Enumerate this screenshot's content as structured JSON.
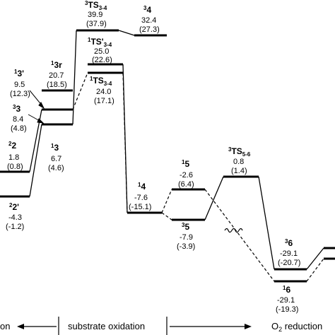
{
  "states": {
    "3TS34": {
      "sup": "3",
      "name": "TS",
      "sub": "3-4",
      "energy": "39.9",
      "paren": "(37.9)"
    },
    "34": {
      "sup": "3",
      "name": "4",
      "energy": "32.4",
      "paren": "(27.3)"
    },
    "1TSp34": {
      "sup": "1",
      "name": "TS'",
      "sub": "3-4",
      "energy": "25.0",
      "paren": "(22.6)"
    },
    "1TS34": {
      "sup": "1",
      "name": "TS",
      "sub": "3-4",
      "energy": "24.0",
      "paren": "(17.1)"
    },
    "13r": {
      "sup": "1",
      "name": "3r",
      "energy": "20.7",
      "paren": "(18.5)"
    },
    "13p": {
      "sup": "1",
      "name": "3'",
      "energy": "9.5",
      "paren": "(12.3)"
    },
    "33": {
      "sup": "3",
      "name": "3",
      "energy": "8.4",
      "paren": "(4.8)"
    },
    "13": {
      "sup": "1",
      "name": "3",
      "energy": "6.7",
      "paren": "(4.6)"
    },
    "22": {
      "sup": "2",
      "name": "2",
      "energy": "1.8",
      "paren": "(0.8)"
    },
    "22p": {
      "sup": "2",
      "name": "2'",
      "energy": "-4.3",
      "paren": "(-1.2)"
    },
    "14": {
      "sup": "1",
      "name": "4",
      "energy": "-7.6",
      "paren": "(-15.1)"
    },
    "15": {
      "sup": "1",
      "name": "5",
      "energy": "-2.6",
      "paren": "(6.4)"
    },
    "35": {
      "sup": "3",
      "name": "5",
      "energy": "-7.9",
      "paren": "(-3.9)"
    },
    "3TS56": {
      "sup": "3",
      "name": "TS",
      "sub": "5-6",
      "energy": "0.8",
      "paren": "(1.4)"
    },
    "36": {
      "sup": "3",
      "name": "6",
      "energy": "-29.1",
      "paren": "(-20.7)"
    },
    "16": {
      "sup": "1",
      "name": "6",
      "energy": "-29.1",
      "paren": "(-19.3)"
    }
  },
  "axis": {
    "left": "on",
    "middle": "substrate oxidation",
    "right_prefix": "O",
    "right_sub": "2",
    "right_suffix": " reduction"
  }
}
